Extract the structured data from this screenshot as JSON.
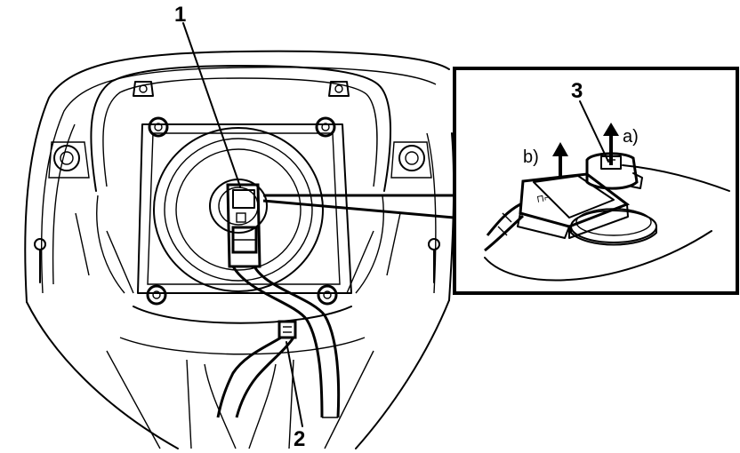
{
  "callouts": {
    "c1": "1",
    "c2": "2",
    "c3": "3",
    "a": "a)",
    "b": "b)"
  },
  "colors": {
    "ink": "#000000",
    "paper": "#ffffff"
  }
}
